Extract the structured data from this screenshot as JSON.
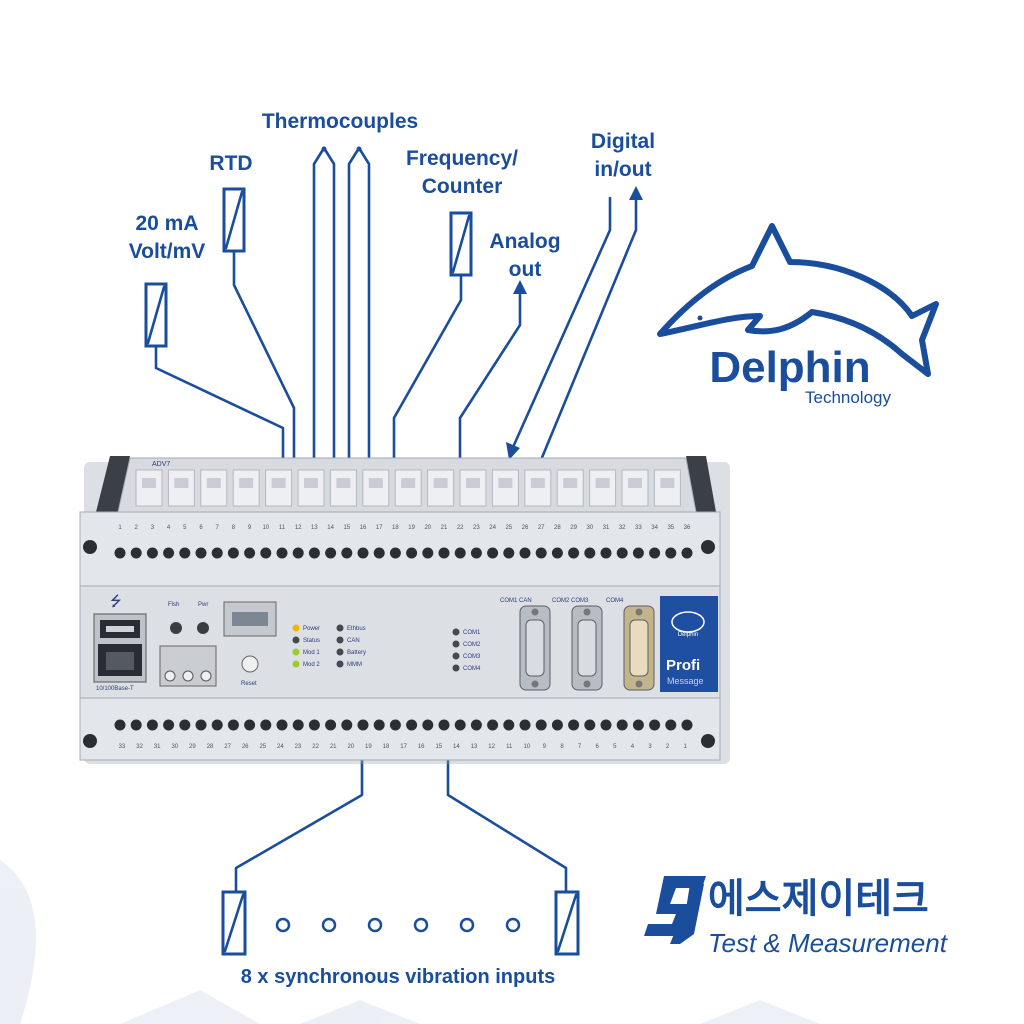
{
  "labels": {
    "ma_volt_1": "20 mA",
    "ma_volt_2": "Volt/mV",
    "rtd": "RTD",
    "thermocouples": "Thermocouples",
    "freq_1": "Frequency/",
    "freq_2": "Counter",
    "analog_1": "Analog",
    "analog_2": "out",
    "digital_1": "Digital",
    "digital_2": "in/out",
    "vibration": "8 x synchronous vibration inputs"
  },
  "brand": {
    "delphin_name": "Delphin",
    "delphin_sub": "Technology",
    "sj_korean": "에스제이테크",
    "sj_english": "Test & Measurement",
    "color": "#1a4d9c"
  },
  "device": {
    "model": "ADV7",
    "usb_symbol": "⭍",
    "ethernet_label": "10/100Base-T",
    "power_leds": [
      "Power",
      "Status",
      "Mod 1",
      "Mod 2"
    ],
    "status_leds": [
      "Ethbus",
      "CAN",
      "Battery",
      "MMM"
    ],
    "com_leds": [
      "COM1",
      "COM2",
      "COM3",
      "COM4"
    ],
    "port_labels": [
      "COM1 CAN",
      "COM2 COM3",
      "COM4"
    ],
    "switch_labels": [
      "Flsh",
      "Pwr"
    ],
    "reset_label": "Reset",
    "side_label": "ProfiMessage",
    "badge_title": "Profi",
    "badge_sub": "Message",
    "badge_logo": "Delphin",
    "top_terminal_numbers": [
      "1",
      "2",
      "3",
      "4",
      "5",
      "6",
      "7",
      "8",
      "9",
      "10",
      "11",
      "12",
      "13",
      "14",
      "15",
      "16",
      "17",
      "18",
      "19",
      "20",
      "21",
      "22",
      "23",
      "24",
      "25",
      "26",
      "27",
      "28",
      "29",
      "30",
      "31",
      "32",
      "33",
      "34",
      "35",
      "36"
    ],
    "bottom_terminal_numbers": [
      "33",
      "32",
      "31",
      "30",
      "29",
      "28",
      "27",
      "26",
      "25",
      "24",
      "23",
      "22",
      "21",
      "20",
      "19",
      "18",
      "17",
      "16",
      "15",
      "14",
      "13",
      "12",
      "11",
      "10",
      "9",
      "8",
      "7",
      "6",
      "5",
      "4",
      "3",
      "2",
      "1"
    ]
  }
}
